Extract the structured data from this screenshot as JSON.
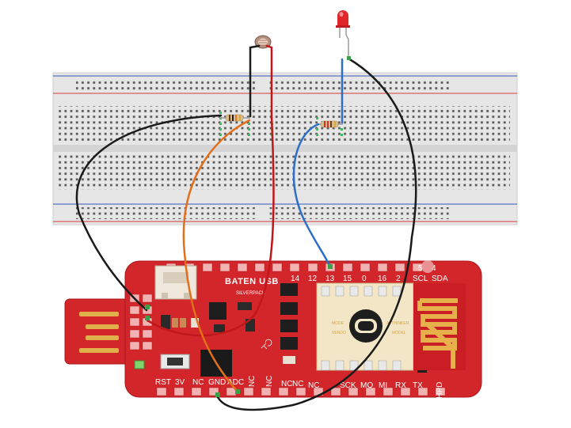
{
  "board": {
    "name": "BATEN USB",
    "subtitle": "SILVERPACK",
    "top_pins": [
      "14",
      "12",
      "13",
      "15",
      "0",
      "16",
      "2",
      "SCL",
      "SDA"
    ],
    "top_right_pins": [
      "5",
      "4"
    ],
    "bottom_pins_left": [
      "RST",
      "3V",
      "NC",
      "GND",
      "ADC",
      "NC",
      "NC",
      "NC",
      "NC"
    ],
    "bottom_pins_right": [
      "NC",
      "SCK",
      "MO",
      "MI",
      "RX",
      "TX",
      "CHPD"
    ],
    "module_text_left": "MODE",
    "module_text_left2": "VENDO",
    "module_text_right": "AI-THINKER",
    "module_text_right2": "MODEL",
    "colors": {
      "pcb": "#d2262a",
      "usb": "#d2262a",
      "gold": "#e0b04a"
    }
  },
  "components": {
    "led": "red-led",
    "sensor": "photoresistor",
    "resistors": [
      "resistor-1",
      "resistor-2"
    ]
  },
  "wires": {
    "colors": {
      "black": "#1b1b1b",
      "red": "#c0171b",
      "orange": "#e1701c",
      "blue": "#2d6fc4",
      "green": "#3aa04a"
    }
  }
}
